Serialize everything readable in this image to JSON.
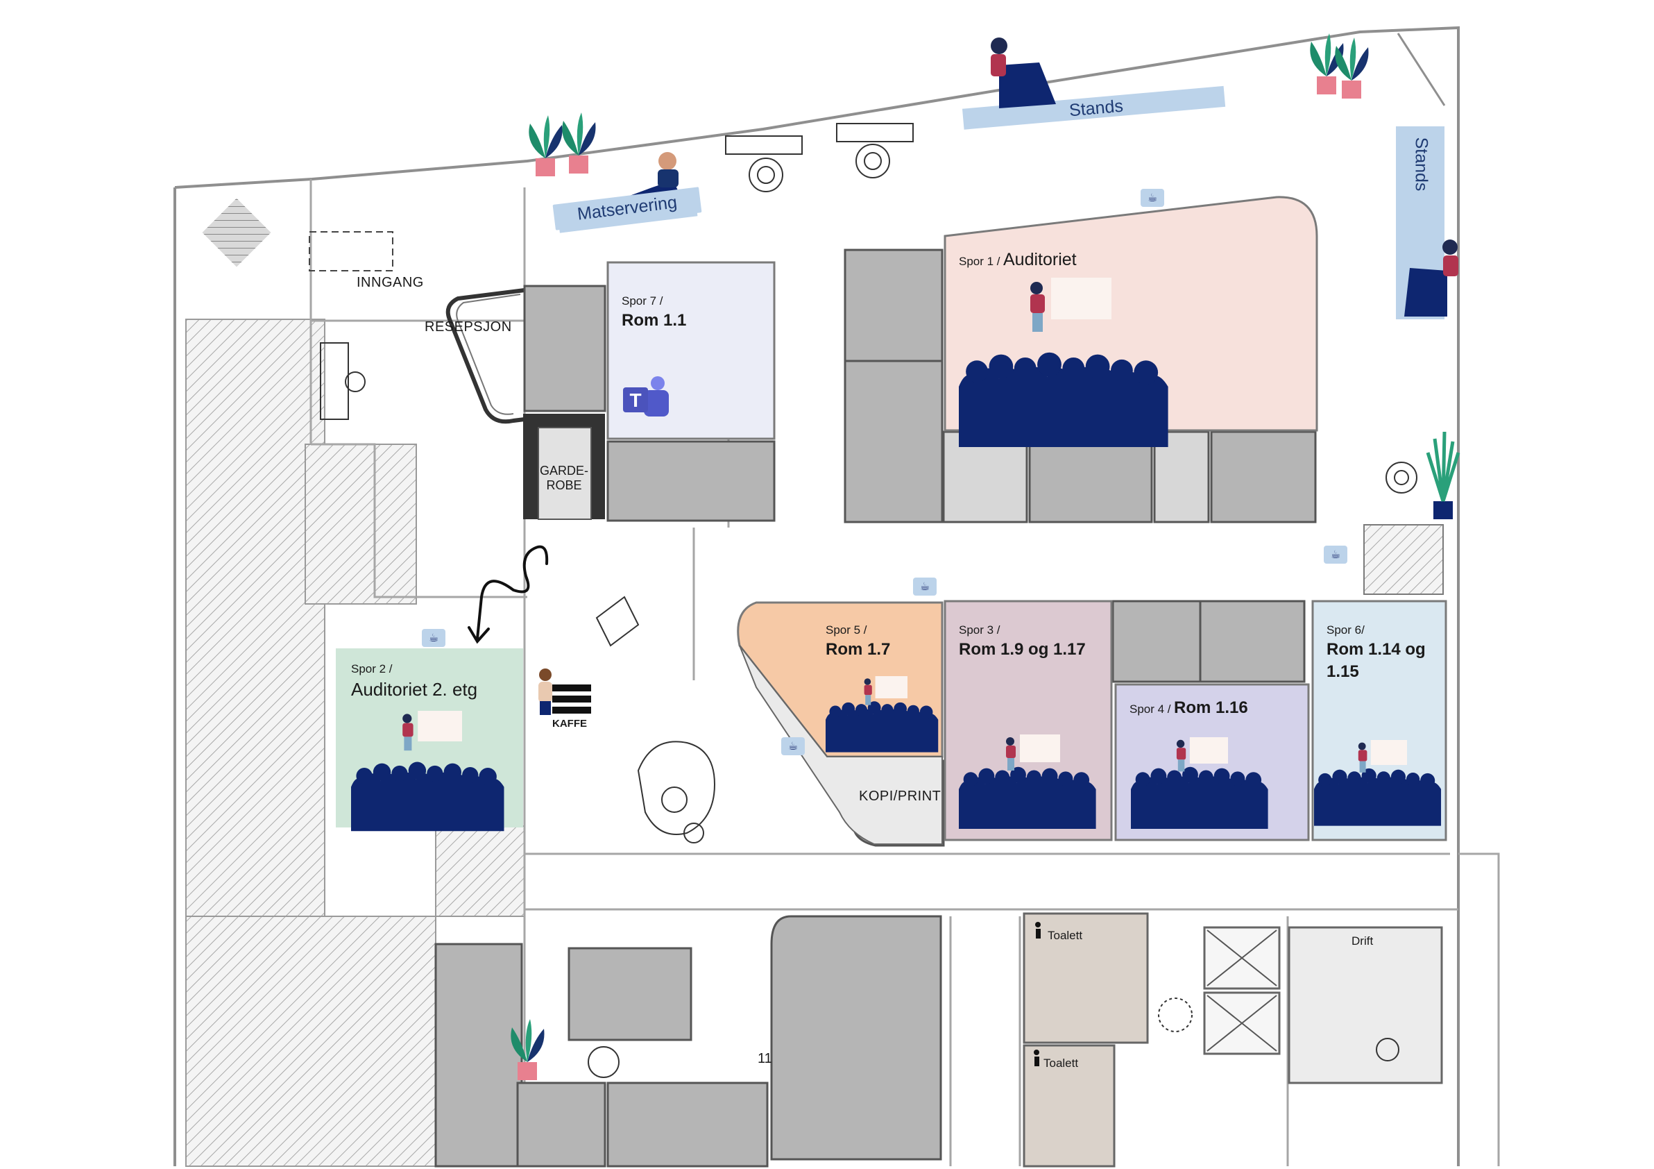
{
  "rooms": {
    "spor1": {
      "track": "Spor 1 /",
      "name": "Auditoriet",
      "color": "#f7e1dc"
    },
    "spor2": {
      "track": "Spor 2 /",
      "name": "Auditoriet 2. etg",
      "color": "#cfe6d8"
    },
    "spor3": {
      "track": "Spor 3 /",
      "name": "Rom 1.9 og 1.17",
      "color": "#dcc9d1"
    },
    "spor4": {
      "track": "Spor 4 /",
      "name": "Rom 1.16",
      "color": "#d4d2ea"
    },
    "spor5": {
      "track": "Spor 5 /",
      "name": "Rom 1.7",
      "color": "#f6c9a6"
    },
    "spor6": {
      "track": "Spor 6/",
      "name": "Rom 1.14 og",
      "name2": "1.15",
      "color": "#dae8f1"
    },
    "spor7": {
      "track": "Spor 7 /",
      "name": "Rom 1.1",
      "color": "#ebedf7"
    }
  },
  "labels": {
    "inngang": "INNGANG",
    "resepsjon": "RESEPSJON",
    "garderobe1": "GARDE-",
    "garderobe2": "ROBE",
    "kaffe": "KAFFE",
    "kopi": "KOPI/PRINT",
    "toalett1": "Toalett",
    "toalett2": "Toalett",
    "drift": "Drift",
    "room_number": "11"
  },
  "badges": {
    "matservering": "Matservering",
    "stands_top": "Stands",
    "stands_side": "Stands"
  },
  "colors": {
    "navy": "#0e2670",
    "badge": "#bcd3ea",
    "wall": "#9a9a9a",
    "room_grey": "#b5b5b5",
    "plant_pot": "#e8808f",
    "plant_leaf": "#1e8c6a"
  },
  "icons": {
    "coffee": "coffee-cup-icon",
    "teams": "teams-logo-icon",
    "toilet": "person-toilet-icon",
    "arrow": "curly-arrow-icon"
  }
}
